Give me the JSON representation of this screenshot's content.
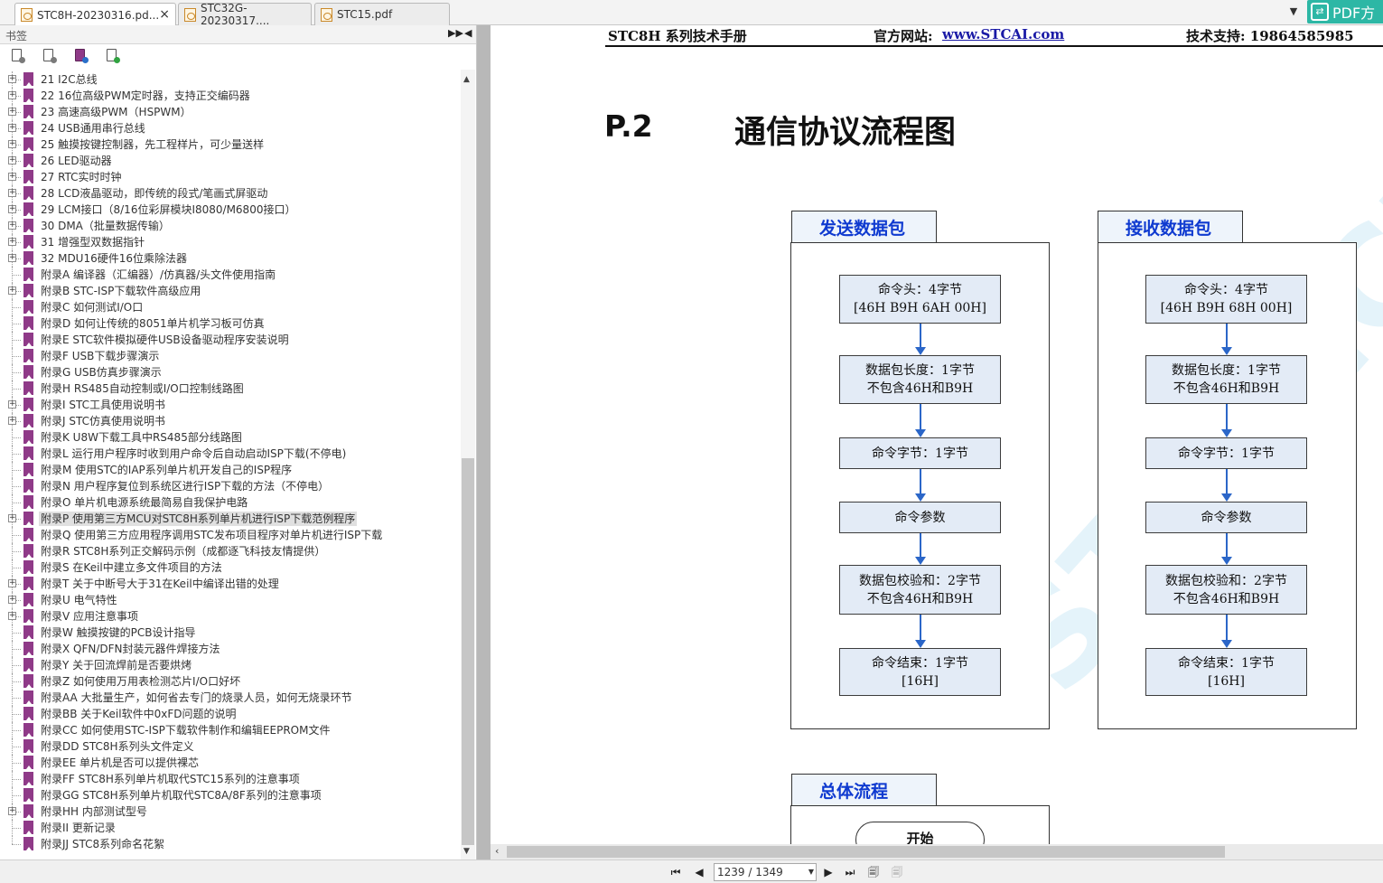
{
  "tabs": [
    {
      "label": "STC8H-20230316.pd...",
      "active": true,
      "closable": true
    },
    {
      "label": "STC32G-20230317....",
      "active": false
    },
    {
      "label": "STC15.pdf",
      "active": false
    }
  ],
  "tab_dropdown_glyph": "▼",
  "pdf_badge": {
    "label": "PDF方",
    "icon": "swap-icon"
  },
  "bookmarks_panel": {
    "title": "书签",
    "toolbar_icons": [
      "expand-bookmark-icon",
      "collapse-bookmark-icon",
      "goto-bookmark-icon",
      "add-bookmark-icon"
    ]
  },
  "bookmarks": [
    {
      "label": "21 I2C总线",
      "expandable": true
    },
    {
      "label": "22 16位高级PWM定时器，支持正交编码器",
      "expandable": true
    },
    {
      "label": "23 高速高级PWM（HSPWM）",
      "expandable": true
    },
    {
      "label": "24 USB通用串行总线",
      "expandable": true
    },
    {
      "label": "25 触摸按键控制器，先工程样片，可少量送样",
      "expandable": true
    },
    {
      "label": "26 LED驱动器",
      "expandable": true
    },
    {
      "label": "27 RTC实时时钟",
      "expandable": true
    },
    {
      "label": "28 LCD液晶驱动，即传统的段式/笔画式屏驱动",
      "expandable": true
    },
    {
      "label": "29 LCM接口（8/16位彩屏模块I8080/M6800接口）",
      "expandable": true
    },
    {
      "label": "30 DMA（批量数据传输）",
      "expandable": true
    },
    {
      "label": "31 增强型双数据指针",
      "expandable": true
    },
    {
      "label": "32 MDU16硬件16位乘除法器",
      "expandable": true
    },
    {
      "label": "附录A 编译器（汇编器）/仿真器/头文件使用指南",
      "expandable": false
    },
    {
      "label": "附录B STC-ISP下载软件高级应用",
      "expandable": true
    },
    {
      "label": "附录C 如何测试I/O口",
      "expandable": false
    },
    {
      "label": "附录D 如何让传统的8051单片机学习板可仿真",
      "expandable": false
    },
    {
      "label": "附录E STC软件模拟硬件USB设备驱动程序安装说明",
      "expandable": false
    },
    {
      "label": "附录F USB下载步骤演示",
      "expandable": false
    },
    {
      "label": "附录G USB仿真步骤演示",
      "expandable": false
    },
    {
      "label": "附录H RS485自动控制或I/O口控制线路图",
      "expandable": false
    },
    {
      "label": "附录I STC工具使用说明书",
      "expandable": true
    },
    {
      "label": "附录J STC仿真使用说明书",
      "expandable": true
    },
    {
      "label": "附录K U8W下载工具中RS485部分线路图",
      "expandable": false
    },
    {
      "label": "附录L 运行用户程序时收到用户命令后自动启动ISP下载(不停电)",
      "expandable": false
    },
    {
      "label": "附录M 使用STC的IAP系列单片机开发自己的ISP程序",
      "expandable": false
    },
    {
      "label": "附录N 用户程序复位到系统区进行ISP下载的方法（不停电）",
      "expandable": false
    },
    {
      "label": "附录O 单片机电源系统最简易自我保护电路",
      "expandable": false
    },
    {
      "label": "附录P 使用第三方MCU对STC8H系列单片机进行ISP下载范例程序",
      "expandable": true,
      "selected": true
    },
    {
      "label": "附录Q 使用第三方应用程序调用STC发布项目程序对单片机进行ISP下载",
      "expandable": false
    },
    {
      "label": "附录R STC8H系列正交解码示例（成都逐飞科技友情提供）",
      "expandable": false
    },
    {
      "label": "附录S 在Keil中建立多文件项目的方法",
      "expandable": false
    },
    {
      "label": "附录T 关于中断号大于31在Keil中编译出错的处理",
      "expandable": true
    },
    {
      "label": "附录U 电气特性",
      "expandable": true
    },
    {
      "label": "附录V 应用注意事项",
      "expandable": true
    },
    {
      "label": "附录W 触摸按键的PCB设计指导",
      "expandable": false
    },
    {
      "label": "附录X QFN/DFN封装元器件焊接方法",
      "expandable": false
    },
    {
      "label": "附录Y 关于回流焊前是否要烘烤",
      "expandable": false
    },
    {
      "label": "附录Z 如何使用万用表检测芯片I/O口好坏",
      "expandable": false
    },
    {
      "label": "附录AA 大批量生产，如何省去专门的烧录人员，如何无烧录环节",
      "expandable": false
    },
    {
      "label": "附录BB 关于Keil软件中0xFD问题的说明",
      "expandable": false
    },
    {
      "label": "附录CC 如何使用STC-ISP下载软件制作和编辑EEPROM文件",
      "expandable": false
    },
    {
      "label": "附录DD STC8H系列头文件定义",
      "expandable": false
    },
    {
      "label": "附录EE 单片机是否可以提供裸芯",
      "expandable": false
    },
    {
      "label": "附录FF STC8H系列单片机取代STC15系列的注意事项",
      "expandable": false
    },
    {
      "label": "附录GG STC8H系列单片机取代STC8A/8F系列的注意事项",
      "expandable": false
    },
    {
      "label": "附录HH 内部测试型号",
      "expandable": true
    },
    {
      "label": "附录II 更新记录",
      "expandable": false
    },
    {
      "label": "附录JJ STC8系列命名花絮",
      "expandable": false
    }
  ],
  "page": {
    "header_left": "STC8H 系列技术手册",
    "header_site_label": "官方网站:",
    "header_site_link": "www.STCAI.com",
    "header_support": "技术支持: 19864585985",
    "section_number": "P.2",
    "section_title": "通信协议流程图",
    "send_panel": {
      "title": "发送数据包",
      "steps": [
        [
          "命令头：4字节",
          "[46H B9H 6AH 00H]"
        ],
        [
          "数据包长度：1字节",
          "不包含46H和B9H"
        ],
        [
          "命令字节：1字节"
        ],
        [
          "命令参数"
        ],
        [
          "数据包校验和：2字节",
          "不包含46H和B9H"
        ],
        [
          "命令结束：1字节",
          "[16H]"
        ]
      ]
    },
    "receive_panel": {
      "title": "接收数据包",
      "steps": [
        [
          "命令头：4字节",
          "[46H B9H 68H 00H]"
        ],
        [
          "数据包长度：1字节",
          "不包含46H和B9H"
        ],
        [
          "命令字节：1字节"
        ],
        [
          "命令参数"
        ],
        [
          "数据包校验和：2字节",
          "不包含46H和B9H"
        ],
        [
          "命令结束：1字节",
          "[16H]"
        ]
      ]
    },
    "overall_panel": {
      "title": "总体流程",
      "start_label": "开始"
    },
    "watermark": "STC MCU",
    "arrow_color": "#2b66c8",
    "box_fill": "#e3ebf6",
    "panel_title_color": "#0f3ad0"
  },
  "nav": {
    "first_glyph": "⏮",
    "prev_glyph": "◀",
    "page_value": "1239 / 1349",
    "next_glyph": "▶",
    "last_glyph": "⏭"
  }
}
